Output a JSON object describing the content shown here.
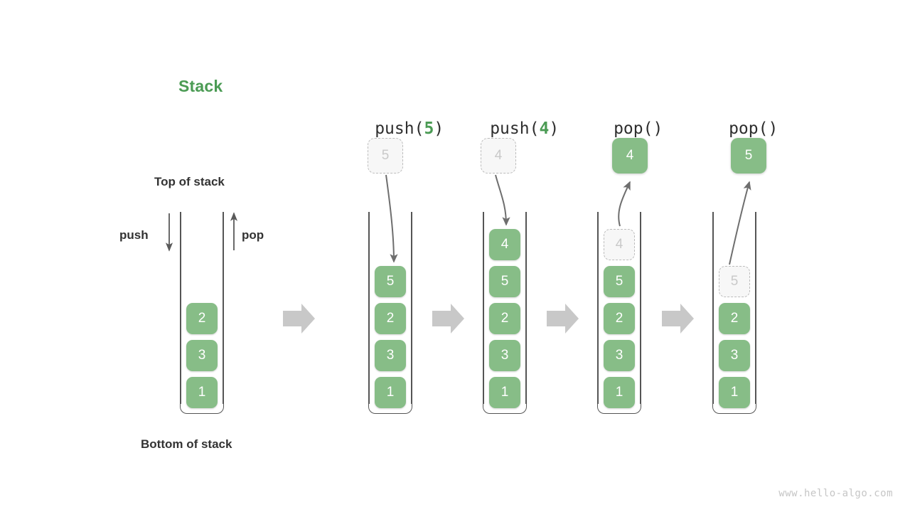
{
  "diagram": {
    "title": "Stack",
    "title_color": "#4b9b54",
    "top_label": "Top of stack",
    "bottom_label": "Bottom of stack",
    "push_label": "push",
    "pop_label": "pop",
    "watermark": "www.hello-algo.com",
    "cell_color": "#87bd87",
    "ghost_color": "#c9c9c9",
    "flow_arrow_color": "#c8c8c8"
  },
  "columns": [
    {
      "id": "initial",
      "header": "",
      "header_prefix": "",
      "header_arg": "",
      "header_suffix": "",
      "stack": [
        "2",
        "3",
        "1"
      ],
      "ghost_in_stack": null,
      "float_box": null,
      "float_box_kind": null
    },
    {
      "id": "push-5",
      "header": "push(5)",
      "header_prefix": "push(",
      "header_arg": "5",
      "header_suffix": ")",
      "stack": [
        "5",
        "2",
        "3",
        "1"
      ],
      "ghost_in_stack": null,
      "float_box": "5",
      "float_box_kind": "ghost"
    },
    {
      "id": "push-4",
      "header": "push(4)",
      "header_prefix": "push(",
      "header_arg": "4",
      "header_suffix": ")",
      "stack": [
        "4",
        "5",
        "2",
        "3",
        "1"
      ],
      "ghost_in_stack": null,
      "float_box": "4",
      "float_box_kind": "ghost"
    },
    {
      "id": "pop-1",
      "header": "pop()",
      "header_prefix": "pop(",
      "header_arg": "",
      "header_suffix": ")",
      "stack": [
        "5",
        "2",
        "3",
        "1"
      ],
      "ghost_in_stack": "4",
      "float_box": "4",
      "float_box_kind": "filled"
    },
    {
      "id": "pop-2",
      "header": "pop()",
      "header_prefix": "pop(",
      "header_arg": "",
      "header_suffix": ")",
      "stack": [
        "2",
        "3",
        "1"
      ],
      "ghost_in_stack": "5",
      "float_box": "5",
      "float_box_kind": "filled"
    }
  ],
  "cells": {
    "c0_2": "2",
    "c0_3": "3",
    "c0_1": "1",
    "c1_ghost": "5",
    "c1_5": "5",
    "c1_2": "2",
    "c1_3": "3",
    "c1_1": "1",
    "c2_ghost": "4",
    "c2_4": "4",
    "c2_5": "5",
    "c2_2": "2",
    "c2_3": "3",
    "c2_1": "1",
    "c3_float": "4",
    "c3_ghost": "4",
    "c3_5": "5",
    "c3_2": "2",
    "c3_3": "3",
    "c3_1": "1",
    "c4_float": "5",
    "c4_ghost": "5",
    "c4_2": "2",
    "c4_3": "3",
    "c4_1": "1"
  },
  "headers": {
    "h1_prefix": "push(",
    "h1_arg": "5",
    "h1_suffix": ")",
    "h2_prefix": "push(",
    "h2_arg": "4",
    "h2_suffix": ")",
    "h3_prefix": "pop(",
    "h3_arg": "",
    "h3_suffix": ")",
    "h4_prefix": "pop(",
    "h4_arg": "",
    "h4_suffix": ")"
  }
}
